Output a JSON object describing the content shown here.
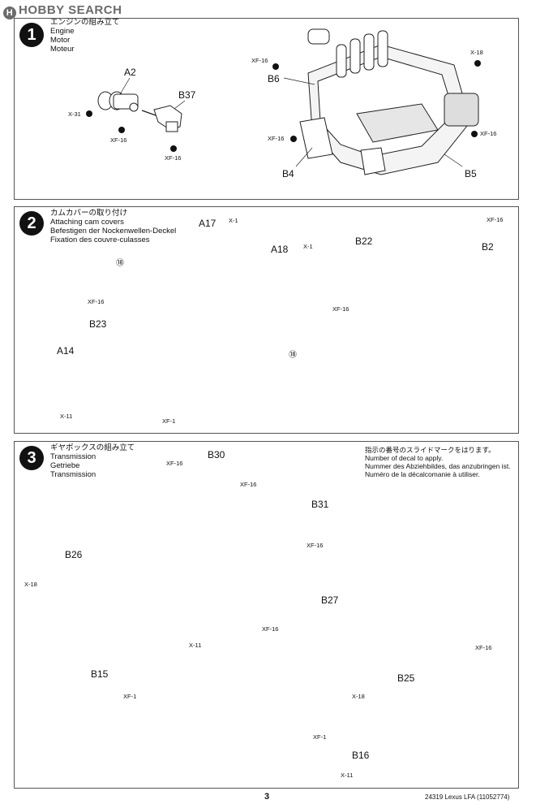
{
  "watermark": "HOBBY SEARCH",
  "steps": [
    {
      "number": "1",
      "titles": [
        "エンジンの組み立て",
        "Engine",
        "Motor",
        "Moteur"
      ],
      "parts": [
        "A2",
        "B37",
        "B6",
        "B4",
        "B5"
      ],
      "codes": [
        "X-31",
        "XF-16",
        "XF-16",
        "XF-16",
        "X-18",
        "XF-16",
        "XF-16"
      ]
    },
    {
      "number": "2",
      "titles": [
        "カムカバーの取り付け",
        "Attaching cam covers",
        "Befestigen der Nockenwellen-Deckel",
        "Fixation des couvre-culasses"
      ],
      "parts": [
        "A17",
        "A18",
        "B23",
        "A14",
        "B22",
        "B2"
      ],
      "codes": [
        "X-1",
        "X-1",
        "XF-16",
        "X-11",
        "XF-1",
        "XF-16",
        "XF-16"
      ],
      "decal_marks": [
        "⑱",
        "⑱"
      ]
    },
    {
      "number": "3",
      "titles": [
        "ギヤボックスの組み立て",
        "Transmission",
        "Getriebe",
        "Transmission"
      ],
      "parts": [
        "B30",
        "B31",
        "B26",
        "B27",
        "B15",
        "B25",
        "B16"
      ],
      "codes": [
        "XF-16",
        "XF-16",
        "XF-16",
        "X-18",
        "XF-16",
        "X-11",
        "XF-1",
        "XF-16",
        "X-18",
        "XF-1",
        "X-11"
      ],
      "decal_note": [
        "指示の番号のスライドマークをはります。",
        "Number of decal to apply.",
        "Nummer des Abziehbildes, das anzubringen ist.",
        "Numéro de la décalcomanie à utiliser."
      ]
    }
  ],
  "footer": {
    "page": "3",
    "product": "24319  Lexus LFA (11052774)"
  }
}
